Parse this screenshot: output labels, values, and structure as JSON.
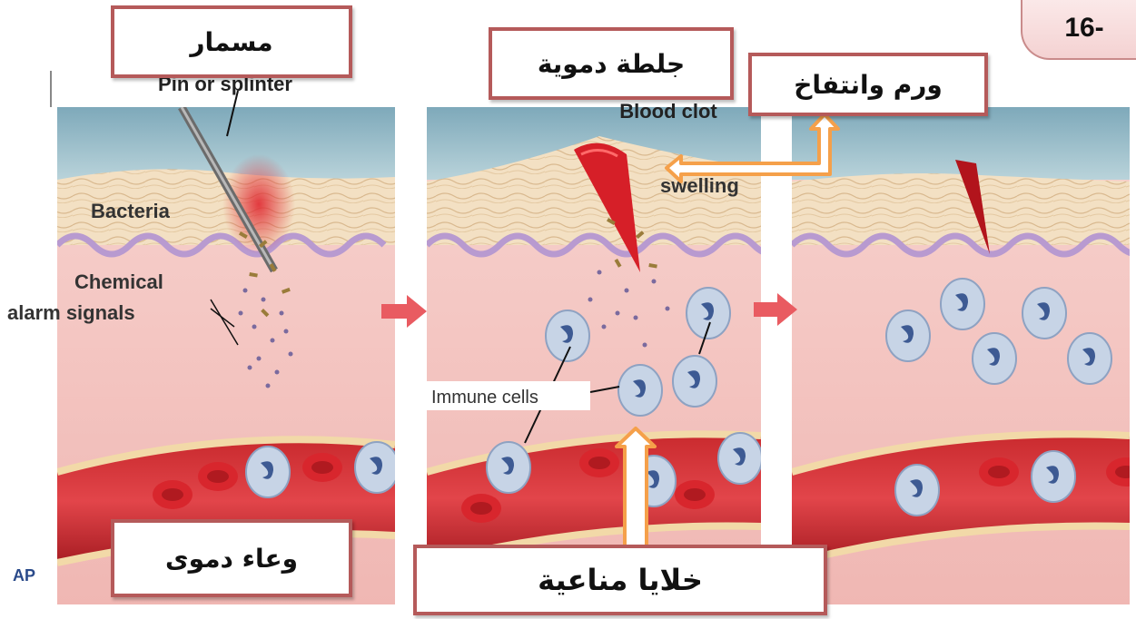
{
  "question_number": "16-",
  "figure_labels": {
    "pin": "Pin or splinter",
    "bacteria": "Bacteria",
    "chemical_line1": "Chemical",
    "chemical_line2": "alarm signals",
    "blood_clot": "Blood clot",
    "swelling": "swelling",
    "immune_cells": "Immune cells",
    "corner": "AP"
  },
  "arabic_labels": {
    "nail": "مسمار",
    "blood_clot": "جلطة دموية",
    "swelling": "ورم وانتفاخ",
    "vessel": "وعاء دموى",
    "immune_cells": "خلايا مناعية"
  },
  "colors": {
    "label_border": "#b55a5a",
    "callout_arrow": "#f5a04a",
    "stage_arrow": "#e95b61",
    "tissue": "#f4c7c4",
    "skin_top": "#f3e0c3",
    "sky": "#8fb4c2",
    "blood": "#e02830"
  }
}
